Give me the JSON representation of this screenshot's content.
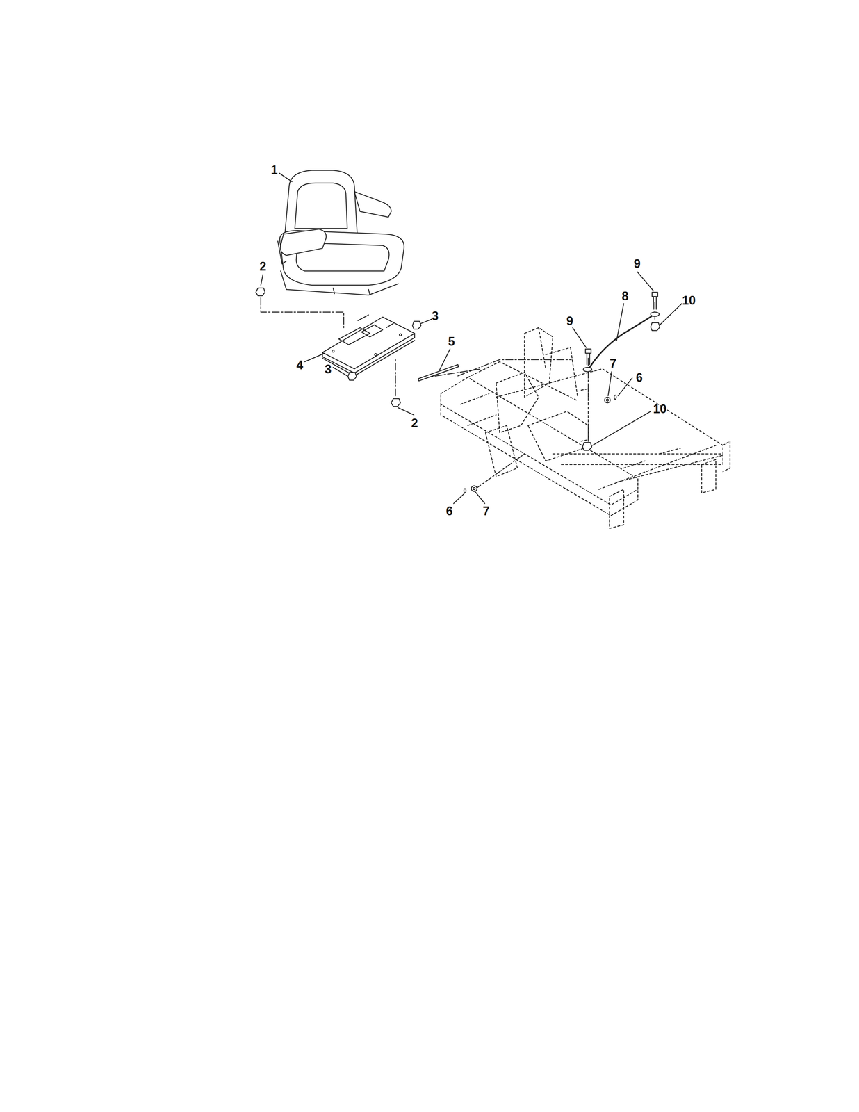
{
  "diagram": {
    "labels": [
      "1",
      "2",
      "3",
      "4",
      "3",
      "5",
      "2",
      "9",
      "8",
      "10",
      "9",
      "7",
      "6",
      "10",
      "6",
      "7"
    ]
  }
}
